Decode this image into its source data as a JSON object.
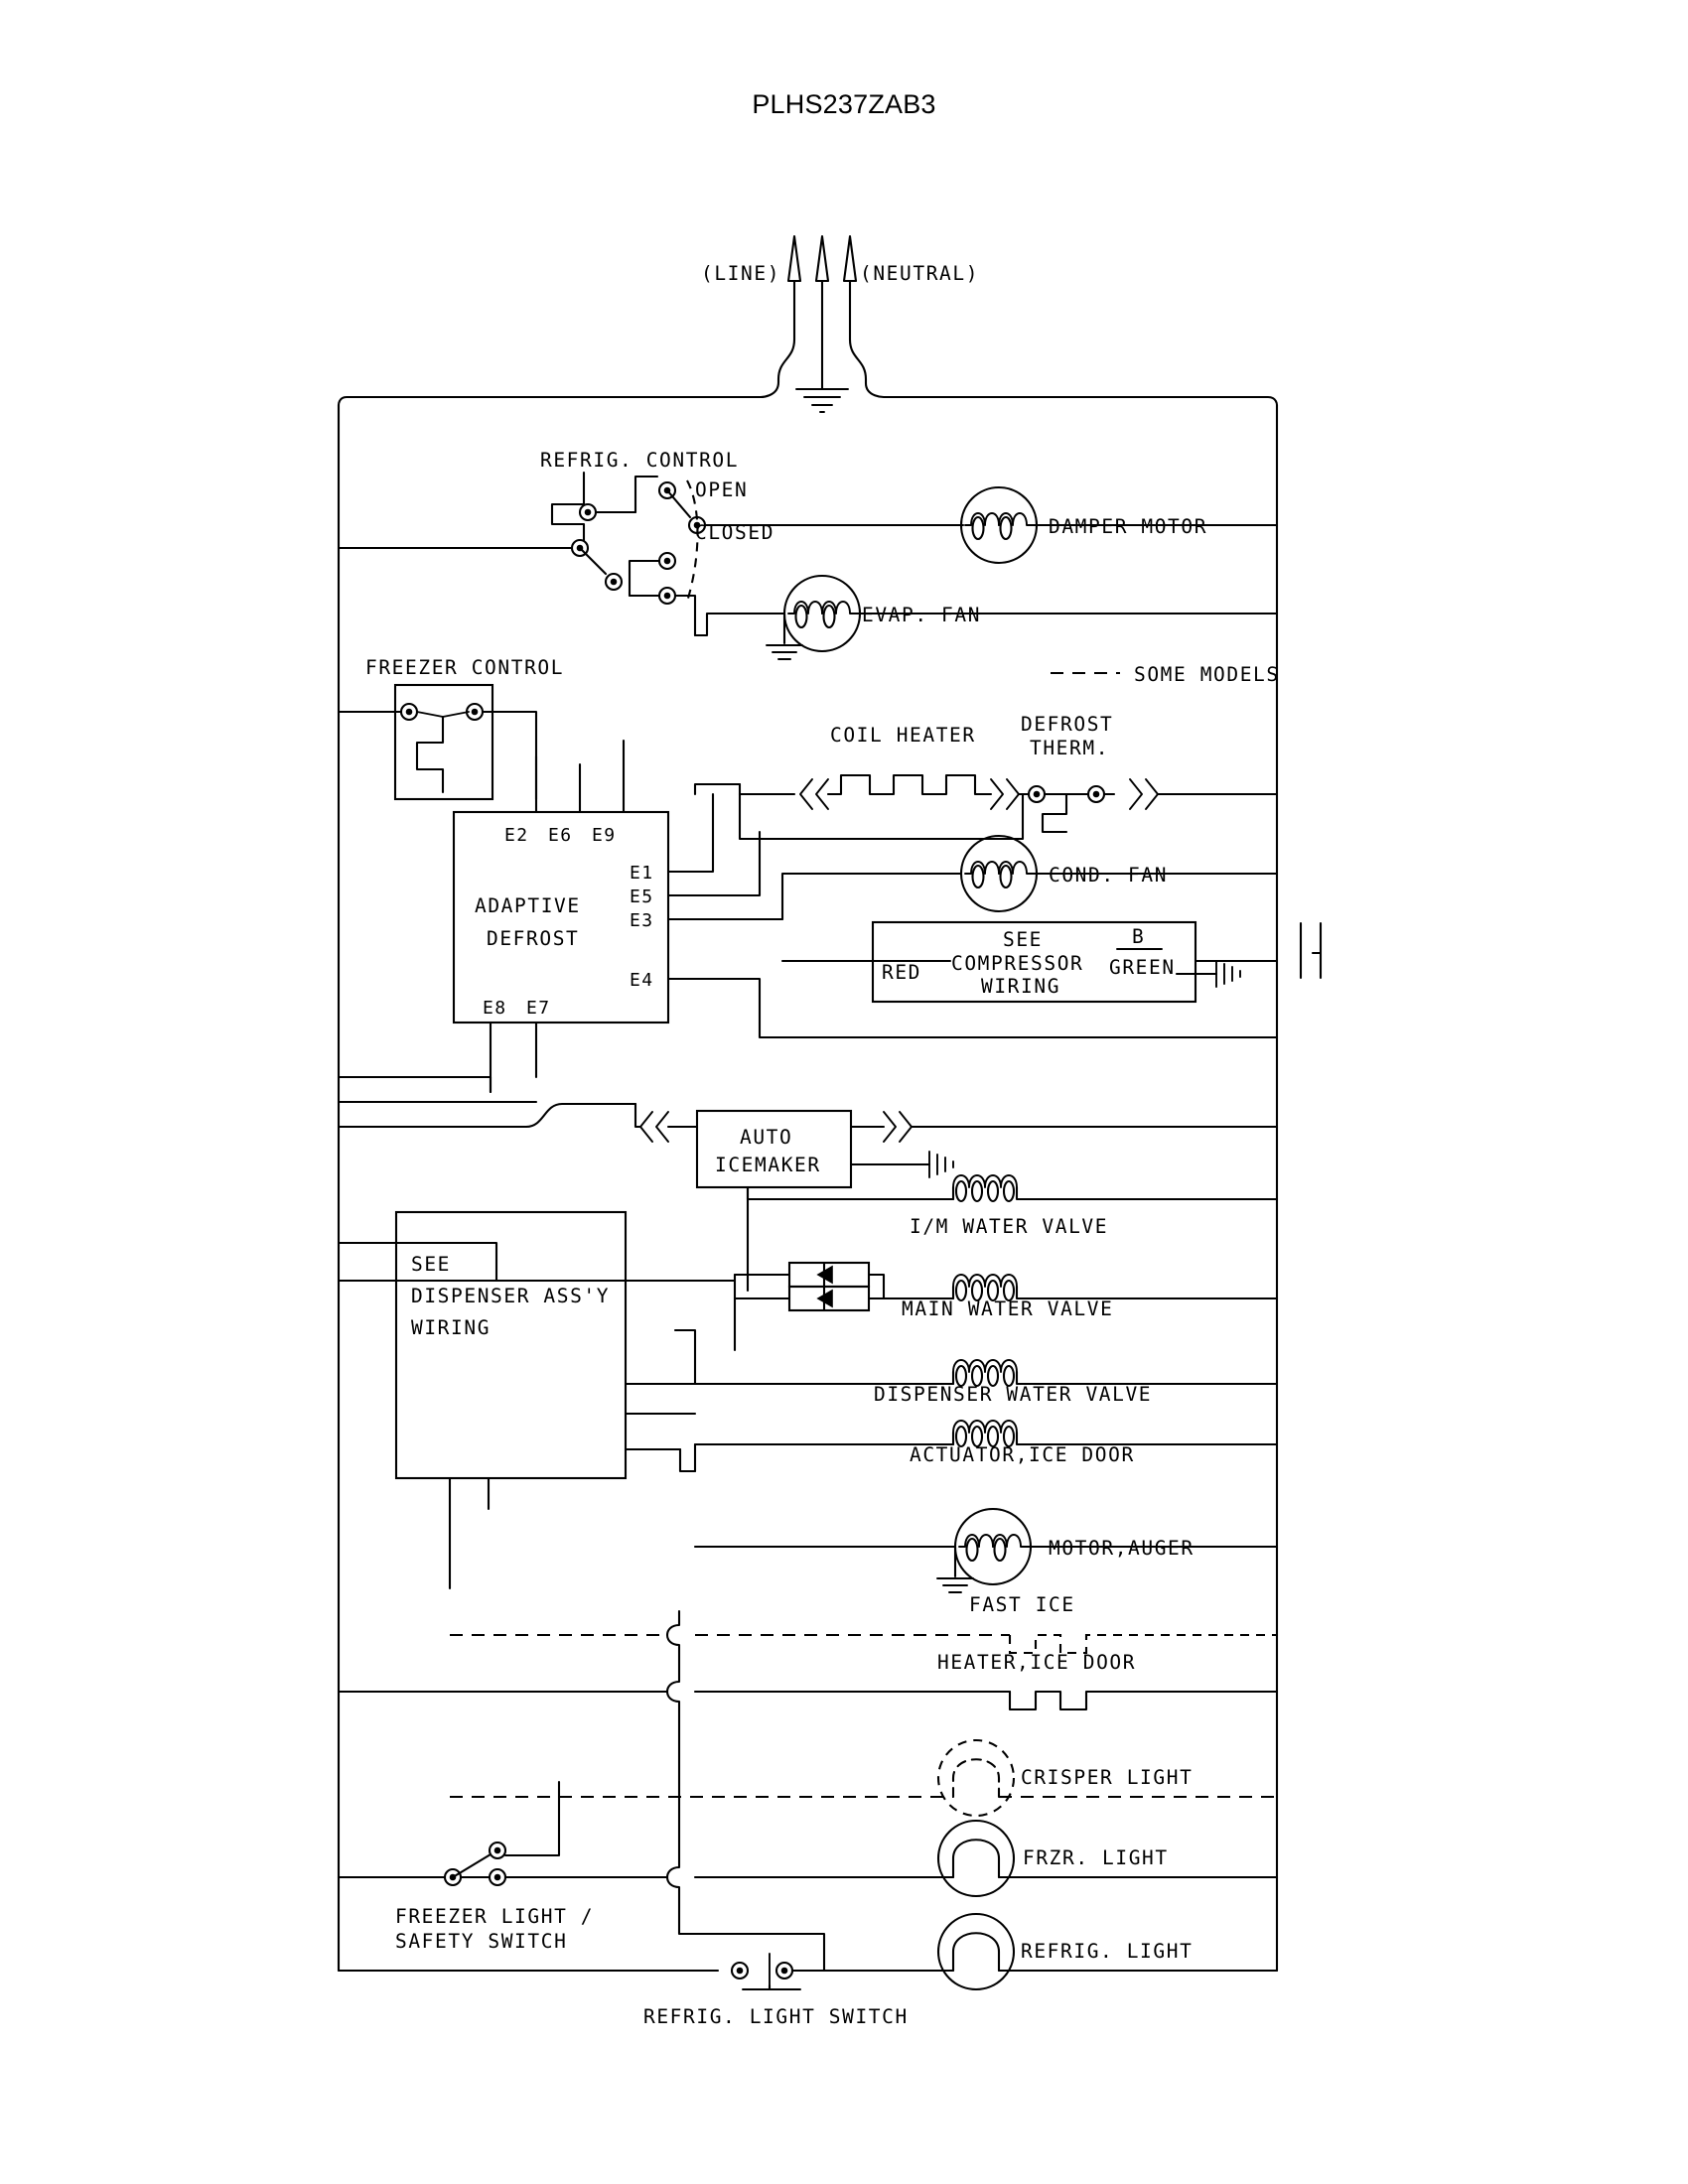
{
  "diagram": {
    "title": "PLHS237ZAB3",
    "type": "refrigerator-wiring-schematic",
    "supply": {
      "line_label": "(LINE)",
      "neutral_label": "(NEUTRAL)",
      "terminals": 3
    },
    "legend": {
      "some_models": "SOME MODELS"
    },
    "labels": {
      "refrig_control": "REFRIG. CONTROL",
      "open": "OPEN",
      "closed": "CLOSED",
      "damper_motor": "DAMPER MOTOR",
      "evap_fan": "EVAP. FAN",
      "freezer_control": "FREEZER CONTROL",
      "coil_heater": "COIL HEATER",
      "defrost_therm_l1": "DEFROST",
      "defrost_therm_l2": "THERM.",
      "cond_fan": "COND. FAN",
      "adaptive_defrost_l1": "ADAPTIVE",
      "adaptive_defrost_l2": "DEFROST",
      "compressor_l1": "SEE",
      "compressor_l2": "COMPRESSOR",
      "compressor_l3": "WIRING",
      "red": "RED",
      "b": "B",
      "green": "GREEN",
      "auto_icemaker_l1": "AUTO",
      "auto_icemaker_l2": "ICEMAKER",
      "dispenser_l1": "SEE",
      "dispenser_l2": "DISPENSER ASS'Y",
      "dispenser_l3": "WIRING",
      "im_water_valve": "I/M WATER VALVE",
      "main_water_valve": "MAIN WATER VALVE",
      "dispenser_water_valve": "DISPENSER WATER VALVE",
      "actuator_ice_door": "ACTUATOR,ICE DOOR",
      "motor_auger": "MOTOR,AUGER",
      "fast_ice": "FAST ICE",
      "heater_ice_door": "HEATER,ICE DOOR",
      "crisper_light": "CRISPER LIGHT",
      "frzr_light": "FRZR. LIGHT",
      "refrig_light": "REFRIG. LIGHT",
      "freezer_light_switch_l1": "FREEZER LIGHT /",
      "freezer_light_switch_l2": "SAFETY SWITCH",
      "refrig_light_switch": "REFRIG. LIGHT SWITCH"
    },
    "adaptive_defrost_terminals": {
      "top": [
        "E2",
        "E6",
        "E9"
      ],
      "right": [
        "E1",
        "E5",
        "E3",
        "E4"
      ],
      "bottom": [
        "E8",
        "E7"
      ]
    },
    "colors": {
      "line": "#000000",
      "background": "#ffffff"
    }
  }
}
